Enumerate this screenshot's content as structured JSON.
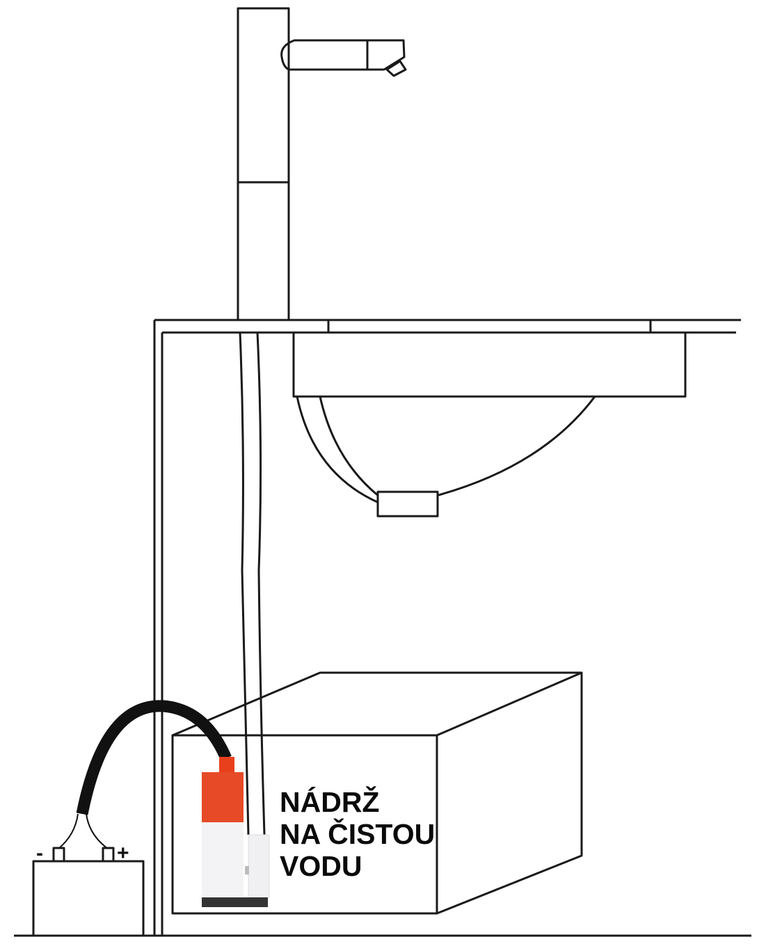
{
  "diagram": {
    "tank_label": [
      "NÁDRŽ",
      "NA ČISTOU",
      "VODU"
    ],
    "battery": {
      "negative": "-",
      "positive": "+"
    },
    "colors": {
      "pump_red": "#e8401c",
      "cable": "#111111",
      "line": "#1a1a1a"
    }
  }
}
